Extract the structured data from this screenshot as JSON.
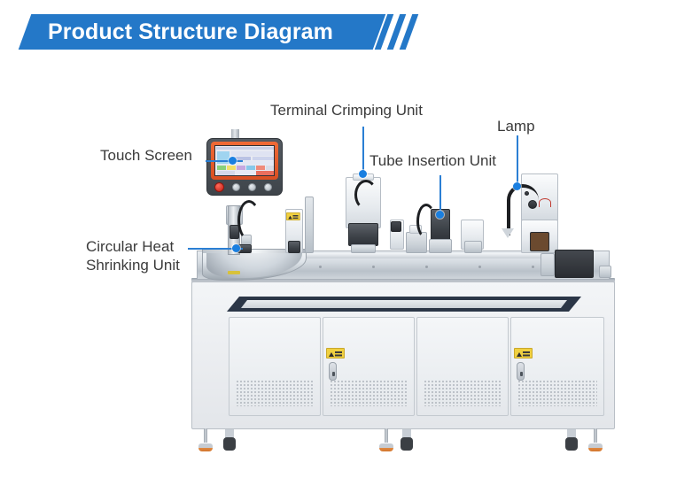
{
  "header": {
    "title": "Product Structure Diagram",
    "banner_color": "#2478c8",
    "text_color": "#ffffff",
    "left_slashes": 3,
    "right_slashes": 3
  },
  "diagram": {
    "subject": "automatic wire terminal crimping and tube insertion machine",
    "leader_line_color": "#2b7fd4",
    "label_text_color": "#3b3b3b",
    "callouts": [
      {
        "id": "touch-screen",
        "label": "Touch Screen",
        "leader": "horizontal-right",
        "target": "hmi-operator-panel"
      },
      {
        "id": "terminal-crimping-unit",
        "label": "Terminal Crimping Unit",
        "leader": "vertical-down",
        "target": "crimping-press-module"
      },
      {
        "id": "tube-insertion-unit",
        "label": "Tube Insertion Unit",
        "leader": "vertical-down",
        "target": "tube-insertion-module"
      },
      {
        "id": "lamp",
        "label": "Lamp",
        "leader": "vertical-down",
        "target": "gooseneck-work-lamp"
      },
      {
        "id": "circular-heat-shrinking-unit",
        "label_line1": "Circular Heat",
        "label_line2": "Shrinking Unit",
        "leader": "horizontal-right",
        "target": "circular-heat-shrink-bowl"
      }
    ],
    "machine_parts": {
      "base_cabinet": {
        "door_count": 4,
        "vent_panels": 4,
        "warning_labels": 2,
        "door_locks": 2,
        "feet": 3,
        "casters": 3,
        "body_color": "#eceef1",
        "trim_color": "#2b3647"
      },
      "hmi": {
        "bezel_color": "#e3591f",
        "body_color": "#474d54",
        "button_count": 3,
        "emergency_stop": true,
        "estop_color": "#c01e14"
      },
      "deck": {
        "finish": "stainless-steel",
        "color": "#c8cfd6"
      },
      "lamp": {
        "type": "gooseneck",
        "color": "#1d1f22"
      }
    }
  }
}
